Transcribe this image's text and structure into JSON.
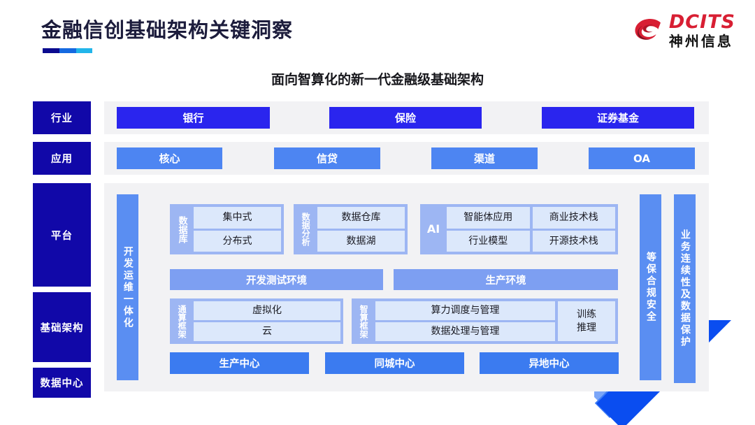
{
  "header": {
    "title": "金融信创基础架构关键洞察",
    "accent_colors": [
      "#0b0b8f",
      "#1569e0",
      "#22b5ea"
    ],
    "logo": {
      "mark": "dcits-swirl-icon",
      "en": "DCITS",
      "cn": "神州信息",
      "color": "#d81f33"
    }
  },
  "subtitle": "面向智算化的新一代金融级基础架构",
  "colors": {
    "rail": "#1108a8",
    "industry": "#2a25ee",
    "application": "#4d85f2",
    "environment": "#7d9ff2",
    "datacenter": "#3b7bf0",
    "vertical_bar": "#5a8ef2",
    "group_bg": "#9db6f3",
    "cell_bg": "#dce8fb",
    "panel_bg": "#f2f2f4"
  },
  "rail": {
    "items": [
      {
        "label": "行业"
      },
      {
        "label": "应用"
      },
      {
        "label": "平台"
      },
      {
        "label": "基础架构"
      },
      {
        "label": "数据中心"
      }
    ]
  },
  "industry_row": {
    "items": [
      {
        "label": "银行"
      },
      {
        "label": "保险"
      },
      {
        "label": "证券基金"
      }
    ]
  },
  "application_row": {
    "items": [
      {
        "label": "核心"
      },
      {
        "label": "信贷"
      },
      {
        "label": "渠道"
      },
      {
        "label": "OA"
      }
    ]
  },
  "devops_bar": {
    "label": "开发运维一体化"
  },
  "platform": {
    "database": {
      "label": "数据库",
      "cells": [
        "集中式",
        "分布式"
      ]
    },
    "analytics": {
      "label": "数据分析",
      "cells": [
        "数据仓库",
        "数据湖"
      ]
    },
    "ai": {
      "label": "AI",
      "cells": [
        "智能体应用",
        "商业技术栈",
        "行业模型",
        "开源技术栈"
      ]
    },
    "environments": [
      {
        "label": "开发测试环境"
      },
      {
        "label": "生产环境"
      }
    ],
    "general_compute": {
      "label": "通算框架",
      "cells": [
        "虚拟化",
        "云"
      ]
    },
    "smart_compute": {
      "label": "智算框架",
      "cells": [
        "算力调度与管理",
        "数据处理与管理"
      ],
      "side_cell": "训练\n推理",
      "side_cell_line1": "训练",
      "side_cell_line2": "推理"
    },
    "data_centers": [
      {
        "label": "生产中心"
      },
      {
        "label": "同城中心"
      },
      {
        "label": "异地中心"
      }
    ]
  },
  "right_bars": [
    {
      "label": "等保合规安全"
    },
    {
      "label": "业务连续性及数据保护"
    }
  ]
}
